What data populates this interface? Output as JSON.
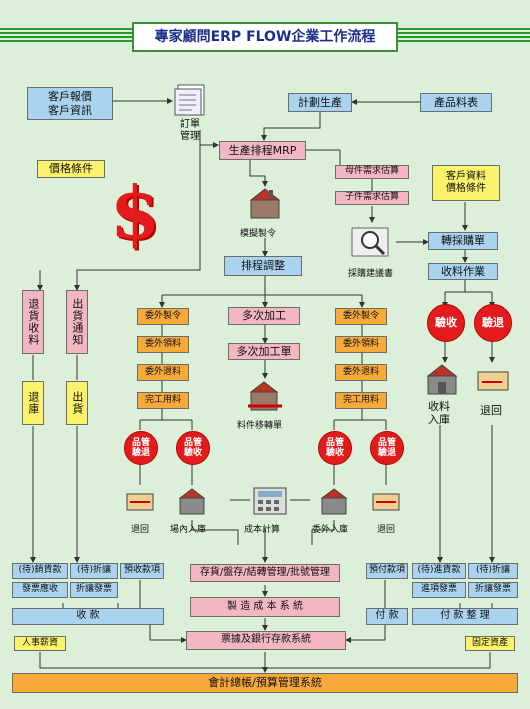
{
  "title": "專家顧問ERP FLOW企業工作流程",
  "customer_info": [
    "客戶報價",
    "客戶資訊"
  ],
  "price_terms": "價格條件",
  "order_mgmt": [
    "訂單",
    "管理"
  ],
  "production_plan": "計劃生產",
  "product_bom": "產品料表",
  "mrp": "生產排程MRP",
  "parent_est": "母件需求估算",
  "child_est": "子件需求估算",
  "customer_data": [
    "客戶資料",
    "價格條件"
  ],
  "simulation": "模擬製令",
  "purchase_suggest": "採購建議書",
  "to_purchase": "轉採購單",
  "receiving": "收料作業",
  "schedule_adjust": "排程調整",
  "return_receive": "退貨收料",
  "ship_notice": "出貨通知",
  "inspect_accept": "驗收",
  "inspect_return": "驗退",
  "outsource_left": [
    "委外製令",
    "委外領料",
    "委外退料",
    "完工用料"
  ],
  "outsource_right": [
    "委外製令",
    "委外領料",
    "委外退料",
    "完工用料"
  ],
  "multi_process": "多次加工",
  "multi_process_order": "多次加工單",
  "receive_in": [
    "收料",
    "入庫"
  ],
  "return_back": "退回",
  "return_stock": "退庫",
  "shipment": "出貨",
  "qc_return": [
    "品管",
    "驗退"
  ],
  "qc_accept": [
    "品管",
    "驗收"
  ],
  "part_transfer": "料件移轉單",
  "qc_accept_r": [
    "品管",
    "驗收"
  ],
  "qc_return_r": [
    "品管",
    "驗退"
  ],
  "return_l": "退回",
  "plant_in": "場內入庫",
  "cost_calc": "成本計算",
  "outsource_in": "委外入庫",
  "return_r": "退回",
  "pending_sale": "(待)銷貨款",
  "pending_discount": "(待)折讓",
  "advance_receipt": "預收款項",
  "sales_invoice": "發票應收",
  "discount_invoice": "折讓發票",
  "collection": "收 款",
  "inventory": "存貨/盤存/結轉管理/批號管理",
  "manufacture_cost": "製 造 成 本 系 統",
  "prepayment": "預付款項",
  "pending_purchase": "(待)進貨款",
  "pending_discount_r": "(待)折讓",
  "purchase_invoice": "進項發票",
  "discount_invoice_r": "折讓發票",
  "payment": "付 款",
  "payment_settle": "付 款 整 理",
  "payroll": "人事薪資",
  "bill_bank": "票據及銀行存款系統",
  "fixed_asset": "固定資產",
  "gl_budget": "會計總帳/預算管理系統",
  "colors": {
    "blue": "#a9d3ee",
    "pink": "#f3b6c3",
    "orange": "#f7a93a",
    "yellow": "#fbf26c",
    "red": "#e21c1c",
    "green": "#2a9a2a",
    "bg": "#dcefd8"
  }
}
